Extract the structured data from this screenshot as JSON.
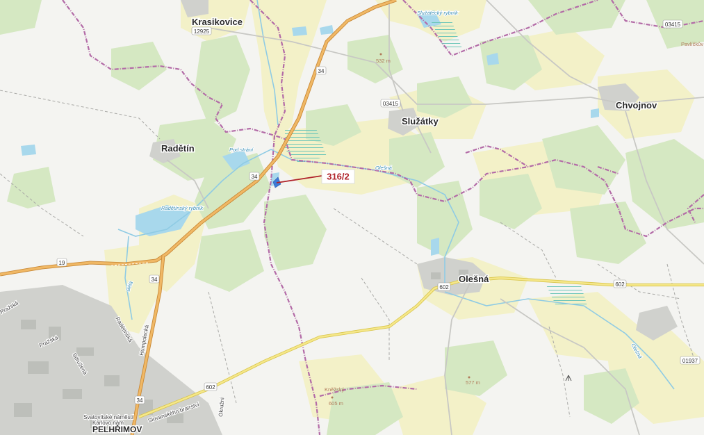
{
  "map": {
    "colors": {
      "background": "#f4f4f1",
      "forest": "#dcecc9",
      "meadow": "#f3f1c8",
      "water": "#a8d8ec",
      "urban": "#cfd0cc",
      "main_road": "#e8a54d",
      "secondary_road": "#f0e27a",
      "border": "#b36ba7",
      "callout": "#b0232a"
    },
    "towns": [
      {
        "id": "krasikovice",
        "name": "Krasikovice"
      },
      {
        "id": "radetin",
        "name": "Radětín"
      },
      {
        "id": "sluzatky",
        "name": "Služátky"
      },
      {
        "id": "chvojnov",
        "name": "Chvojnov"
      },
      {
        "id": "olesna",
        "name": "Olešná"
      },
      {
        "id": "pelhrimov",
        "name": "PELHŘIMOV"
      }
    ],
    "road_numbers": {
      "r34a": "34",
      "r34b": "34",
      "r34c": "34",
      "r34d": "34",
      "r19": "19",
      "r602a": "602",
      "r602b": "602",
      "r602c": "602",
      "r03415a": "03415",
      "r03415b": "03415",
      "r12925": "12925",
      "r01937": "01937"
    },
    "streets": {
      "prazska1": "Pražská",
      "prazska2": "Pražská",
      "sdruzena": "Sdružená",
      "radetinska": "Radětínská",
      "humpolecka": "Humpolecká",
      "slovanskeho": "Slovanského bratrství",
      "okruzni": "Okružní",
      "svatovitske": "Svatovítské náměstí",
      "karlovo": "Karlovo nám"
    },
    "water_labels": {
      "sluzatsky": "Služátecký rybník",
      "pod_strani": "Pod strání",
      "radetinsky": "Radětínský rybník",
      "olesna_stream1": "Olešná",
      "olesna_stream2": "Olešná",
      "bela": "Bělá"
    },
    "elevations": {
      "e532": "532 m",
      "e577": "577 m",
      "e605": "605 m"
    },
    "places": {
      "pavlickuv": "Pavlíčkův",
      "kniha": "Kněžský"
    },
    "callout": {
      "label": "316/2"
    }
  }
}
